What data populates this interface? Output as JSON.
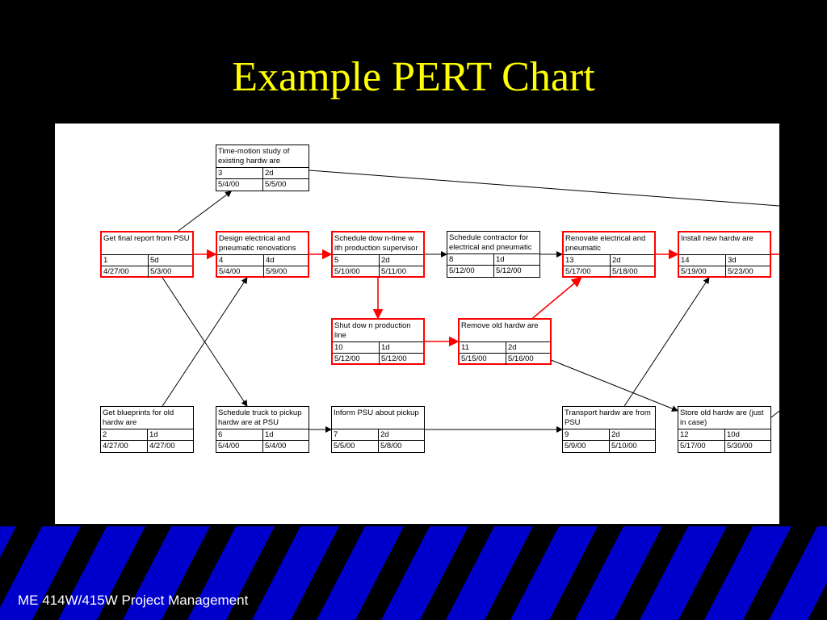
{
  "title": "Example PERT Chart",
  "footer": "ME 414W/415W Project Management",
  "colors": {
    "critical": "#ff0000",
    "normal": "#000000",
    "title": "#ffff00",
    "band": "#0000cc"
  },
  "tasks": [
    {
      "key": "t1",
      "name": "Get final report from PSU",
      "id": "1",
      "dur": "5d",
      "start": "4/27/00",
      "finish": "5/3/00",
      "critical": true
    },
    {
      "key": "t2",
      "name": "Get blueprints for old hardw are",
      "id": "2",
      "dur": "1d",
      "start": "4/27/00",
      "finish": "4/27/00",
      "critical": false
    },
    {
      "key": "t3",
      "name": "Time-motion study of existing hardw are",
      "id": "3",
      "dur": "2d",
      "start": "5/4/00",
      "finish": "5/5/00",
      "critical": false
    },
    {
      "key": "t4",
      "name": "Design electrical and pneumatic renovations",
      "id": "4",
      "dur": "4d",
      "start": "5/4/00",
      "finish": "5/9/00",
      "critical": true
    },
    {
      "key": "t5",
      "name": "Schedule dow n-time w ith production supervisor",
      "id": "5",
      "dur": "2d",
      "start": "5/10/00",
      "finish": "5/11/00",
      "critical": true
    },
    {
      "key": "t6",
      "name": "Schedule truck to pickup hardw are at PSU",
      "id": "6",
      "dur": "1d",
      "start": "5/4/00",
      "finish": "5/4/00",
      "critical": false
    },
    {
      "key": "t7",
      "name": "Inform PSU about pickup",
      "id": "7",
      "dur": "2d",
      "start": "5/5/00",
      "finish": "5/8/00",
      "critical": false
    },
    {
      "key": "t8",
      "name": "Schedule contractor for electrical and pneumatic",
      "id": "8",
      "dur": "1d",
      "start": "5/12/00",
      "finish": "5/12/00",
      "critical": false
    },
    {
      "key": "t9",
      "name": "Transport hardw are from PSU",
      "id": "9",
      "dur": "2d",
      "start": "5/9/00",
      "finish": "5/10/00",
      "critical": false
    },
    {
      "key": "t10",
      "name": "Shut dow n production line",
      "id": "10",
      "dur": "1d",
      "start": "5/12/00",
      "finish": "5/12/00",
      "critical": true
    },
    {
      "key": "t11",
      "name": "Remove old hardw are",
      "id": "11",
      "dur": "2d",
      "start": "5/15/00",
      "finish": "5/16/00",
      "critical": true
    },
    {
      "key": "t12",
      "name": "Store old hardw are (just in case)",
      "id": "12",
      "dur": "10d",
      "start": "5/17/00",
      "finish": "5/30/00",
      "critical": false
    },
    {
      "key": "t13",
      "name": "Renovate electrical and pneumatic",
      "id": "13",
      "dur": "2d",
      "start": "5/17/00",
      "finish": "5/18/00",
      "critical": true
    },
    {
      "key": "t14",
      "name": "Install new hardw are",
      "id": "14",
      "dur": "3d",
      "start": "5/19/00",
      "finish": "5/23/00",
      "critical": true
    }
  ],
  "links": [
    {
      "from": "t1",
      "to": "t3",
      "critical": false
    },
    {
      "from": "t1",
      "to": "t4",
      "critical": true
    },
    {
      "from": "t1",
      "to": "t6",
      "critical": false
    },
    {
      "from": "t2",
      "to": "t4",
      "critical": false
    },
    {
      "from": "t4",
      "to": "t5",
      "critical": true
    },
    {
      "from": "t5",
      "to": "t8",
      "critical": false
    },
    {
      "from": "t5",
      "to": "t10",
      "critical": true
    },
    {
      "from": "t8",
      "to": "t13",
      "critical": false
    },
    {
      "from": "t10",
      "to": "t11",
      "critical": true
    },
    {
      "from": "t11",
      "to": "t13",
      "critical": true
    },
    {
      "from": "t11",
      "to": "t12",
      "critical": false
    },
    {
      "from": "t13",
      "to": "t14",
      "critical": true
    },
    {
      "from": "t6",
      "to": "t7",
      "critical": false
    },
    {
      "from": "t7",
      "to": "t9",
      "critical": false
    },
    {
      "from": "t9",
      "to": "t14",
      "critical": false
    }
  ]
}
